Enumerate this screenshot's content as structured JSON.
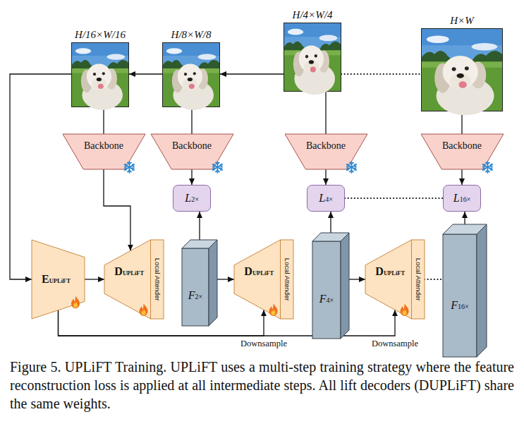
{
  "diagram": {
    "caption": "Figure 5. UPLiFT Training. UPLiFT uses a multi-step training strategy where the feature reconstruction loss is applied at all intermediate steps. All lift decoders (DUPLiFT) share the same weights.",
    "nodes": [
      {
        "text": [
          "H/16×W/16"
        ]
      },
      {
        "text": [
          "H/8×W/8"
        ]
      },
      {
        "text": [
          "H/4×W/4"
        ]
      },
      {
        "text": [
          "H×W"
        ]
      },
      {
        "text": [
          "Backbone"
        ]
      },
      {
        "text": [
          "Backbone"
        ]
      },
      {
        "text": [
          "Backbone"
        ]
      },
      {
        "text": [
          "Backbone"
        ]
      },
      {
        "text": [
          "L2×"
        ]
      },
      {
        "text": [
          "L4×"
        ]
      },
      {
        "text": [
          "L16×"
        ]
      },
      {
        "text": [
          "EUPLiFT"
        ]
      },
      {
        "text": [
          "DUPLiFT",
          "Local Attender"
        ]
      },
      {
        "text": [
          "F2×"
        ]
      },
      {
        "text": [
          "DUPLiFT",
          "Local Attender"
        ]
      },
      {
        "text": [
          "F4×"
        ]
      },
      {
        "text": [
          "DUPLiFT",
          "Local Attender"
        ]
      },
      {
        "text": [
          "F16×"
        ]
      }
    ],
    "edges": [
      {
        "from": 1,
        "to": 0,
        "arrow": "to"
      },
      {
        "from": 2,
        "to": 1,
        "arrow": "to"
      },
      {
        "from": 2,
        "to": 3,
        "arrow": "none"
      },
      {
        "from": 0,
        "to": 4,
        "arrow": "none"
      },
      {
        "from": 1,
        "to": 5,
        "arrow": "none"
      },
      {
        "from": 2,
        "to": 6,
        "arrow": "none"
      },
      {
        "from": 3,
        "to": 7,
        "arrow": "none"
      },
      {
        "from": 4,
        "to": 12,
        "arrow": "to"
      },
      {
        "from": 5,
        "to": 8,
        "arrow": "to"
      },
      {
        "from": 6,
        "to": 9,
        "arrow": "to"
      },
      {
        "from": 7,
        "to": 10,
        "arrow": "to"
      },
      {
        "from": 0,
        "to": 11,
        "arrow": "to"
      },
      {
        "from": 11,
        "to": 12,
        "arrow": "to"
      },
      {
        "from": 13,
        "to": 8,
        "arrow": "to"
      },
      {
        "from": 13,
        "to": 14,
        "arrow": "to"
      },
      {
        "from": 15,
        "to": 9,
        "arrow": "to"
      },
      {
        "from": 15,
        "to": 16,
        "arrow": "to"
      },
      {
        "from": 16,
        "to": 17,
        "arrow": "none"
      },
      {
        "from": 17,
        "to": 10,
        "arrow": "to"
      },
      {
        "from": 9,
        "to": 10,
        "arrow": "none"
      },
      {
        "from": 11,
        "to": 14,
        "arrow": "to",
        "label": "Downsample"
      },
      {
        "from": 11,
        "to": 16,
        "arrow": "to",
        "label": "Downsample"
      }
    ]
  }
}
